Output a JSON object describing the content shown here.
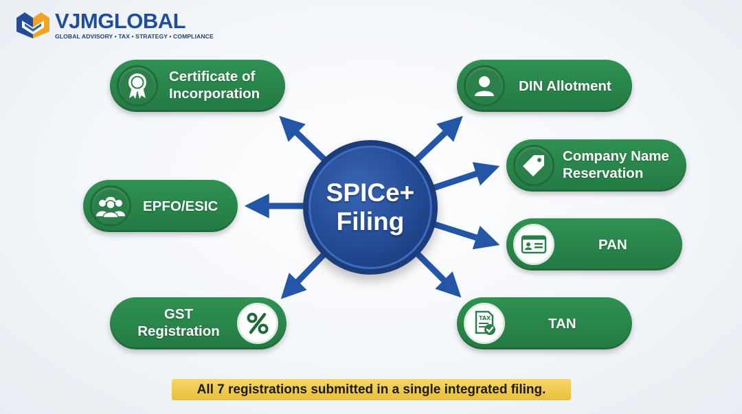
{
  "brand": {
    "name_part1": "VJM",
    "name_part2": "GLOBAL",
    "tagline": "GLOBAL ADVISORY • TAX • STRATEGY • COMPLIANCE"
  },
  "hub": {
    "line1": "SPICe+",
    "line2": "Filing"
  },
  "nodes": {
    "coi": {
      "line1": "Certificate of",
      "line2": "Incorporation",
      "icon": "certificate-ribbon-icon"
    },
    "din": {
      "label": "DIN Allotment",
      "icon": "user-icon"
    },
    "name_reservation": {
      "line1": "Company Name",
      "line2": "Reservation",
      "icon": "tag-icon"
    },
    "epfo": {
      "label": "EPFO/ESIC",
      "icon": "workers-group-icon"
    },
    "pan": {
      "label": "PAN",
      "icon": "id-card-icon"
    },
    "gst": {
      "line1": "GST",
      "line2": "Registration",
      "icon": "percent-icon"
    },
    "tan": {
      "label": "TAN",
      "icon": "tax-document-check-icon"
    }
  },
  "footer": {
    "note": "All 7 registrations submitted in a single integrated filing."
  },
  "colors": {
    "green": "#237a43",
    "navy": "#1f4d9c",
    "gold": "#f0cb4c"
  }
}
